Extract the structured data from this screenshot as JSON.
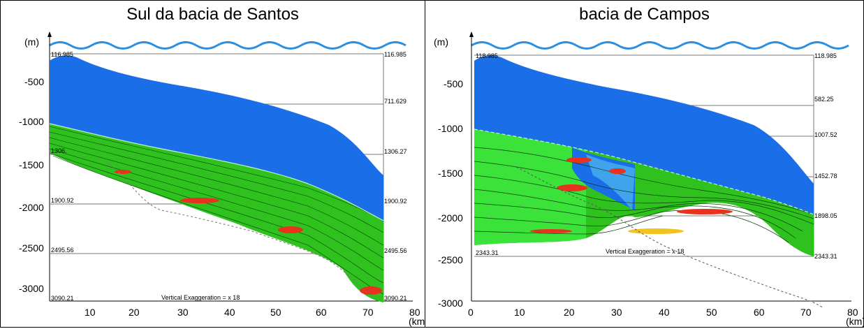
{
  "panels": [
    {
      "title": "Sul da bacia de Santos",
      "y_unit": "(m)",
      "x_unit": "(km)",
      "y_ticks": [
        "-500",
        "-1000",
        "-1500",
        "-2000",
        "-2500",
        "-3000"
      ],
      "x_ticks": [
        "10",
        "20",
        "30",
        "40",
        "50",
        "60",
        "70",
        "80"
      ],
      "depth_labels_left": [
        "116.985",
        "1306.",
        "1900.92",
        "2495.56",
        "3090.21"
      ],
      "depth_labels_right": [
        "116.985",
        "711.629",
        "1306.27",
        "1900.92",
        "2495.56",
        "3090.21"
      ],
      "exaggeration_label": "Vertical Exaggeration = x 18"
    },
    {
      "title": "bacia de Campos",
      "y_unit": "(m)",
      "x_unit": "(km)",
      "y_ticks": [
        "-500",
        "-1000",
        "-1500",
        "-2000",
        "-2500",
        "-3000"
      ],
      "x_ticks": [
        "0",
        "10",
        "20",
        "30",
        "40",
        "50",
        "60",
        "70",
        "80"
      ],
      "depth_labels_left": [
        "118.985",
        "2343.31"
      ],
      "depth_labels_right": [
        "118.985",
        "582.25",
        "1007.52",
        "1452.78",
        "1898.05",
        "2343.31"
      ],
      "exaggeration_label": "Vertical Exaggeration = x 18"
    }
  ],
  "colors": {
    "water": "#1a6ee8",
    "sediment": "#2fc21f",
    "sediment_light": "#3be23a",
    "hot": "#e8321e",
    "wave": "#2c8fe0"
  }
}
